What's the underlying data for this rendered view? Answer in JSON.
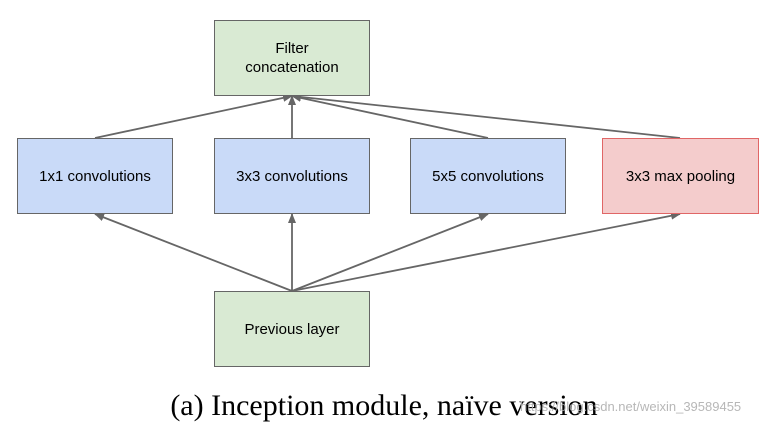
{
  "diagram": {
    "nodes": {
      "concat_line1": "Filter",
      "concat_line2": "concatenation",
      "conv1": "1x1 convolutions",
      "conv3": "3x3 convolutions",
      "conv5": "5x5 convolutions",
      "pool": "3x3 max pooling",
      "previous": "Previous layer"
    },
    "colors": {
      "layer_fill": "#d9ead3",
      "conv_fill": "#c9daf8",
      "pool_fill": "#f4cccc",
      "pool_border": "#e06666",
      "border": "#666666",
      "edge": "#666666"
    },
    "caption": "(a)  Inception module, naïve version",
    "watermark": "https://blog.csdn.net/weixin_39589455"
  }
}
